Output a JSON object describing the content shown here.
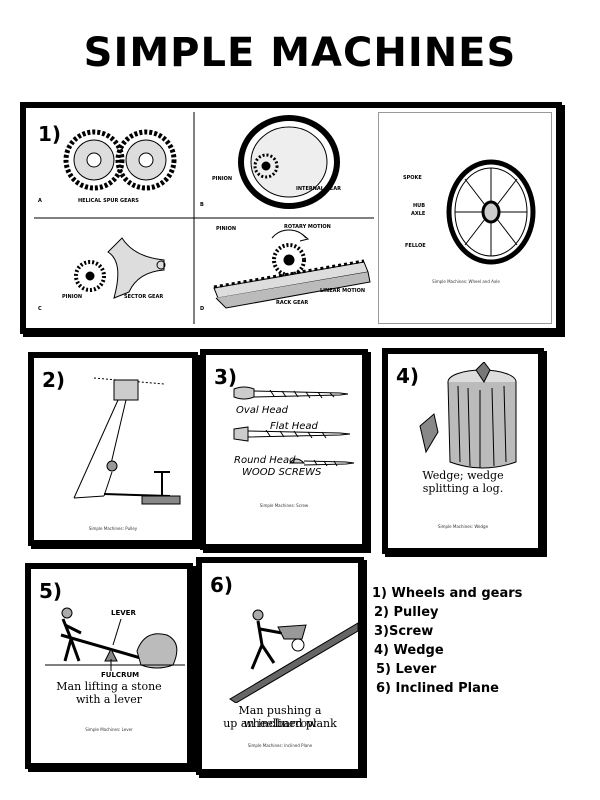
{
  "title": "SIMPLE MACHINES",
  "panels": {
    "p1": {
      "number": "1)",
      "labels": {
        "a": "A",
        "b": "B",
        "c": "C",
        "d": "D",
        "helical": "HELICAL SPUR GEARS",
        "pinion_b": "PINION",
        "internal": "INTERNAL GEAR",
        "pinion_c": "PINION",
        "sector": "SECTOR GEAR",
        "pinion_d": "PINION",
        "rotary": "ROTARY MOTION",
        "linear": "LINEAR MOTION",
        "rack": "RACK GEAR"
      },
      "wheel": {
        "spoke": "SPOKE",
        "hub": "HUB",
        "axle": "AXLE",
        "felloe": "FELLOE",
        "caption": "Simple Machines: Wheel and Axle"
      }
    },
    "p2": {
      "number": "2)",
      "caption": "Simple Machines: Pulley"
    },
    "p3": {
      "number": "3)",
      "oval": "Oval Head",
      "flat": "Flat Head",
      "round": "Round Head",
      "screws": "WOOD SCREWS",
      "caption": "Simple Machines: Screw"
    },
    "p4": {
      "number": "4)",
      "desc_1": "Wedge; wedge",
      "desc_2": "splitting a log.",
      "caption": "Simple Machines: Wedge"
    },
    "p5": {
      "number": "5)",
      "lever": "LEVER",
      "fulcrum": "FULCRUM",
      "desc_1": "Man lifting a stone",
      "desc_2": "with a lever",
      "caption": "Simple Machines: Lever"
    },
    "p6": {
      "number": "6)",
      "desc_1": "Man pushing a wheelbarrow",
      "desc_2": "up an inclined plank",
      "caption": "Simple Machines: Inclined Plane"
    }
  },
  "legend": [
    "1) Wheels and gears",
    "2) Pulley",
    "3)Screw",
    "4) Wedge",
    "5) Lever",
    "6) Inclined Plane"
  ]
}
